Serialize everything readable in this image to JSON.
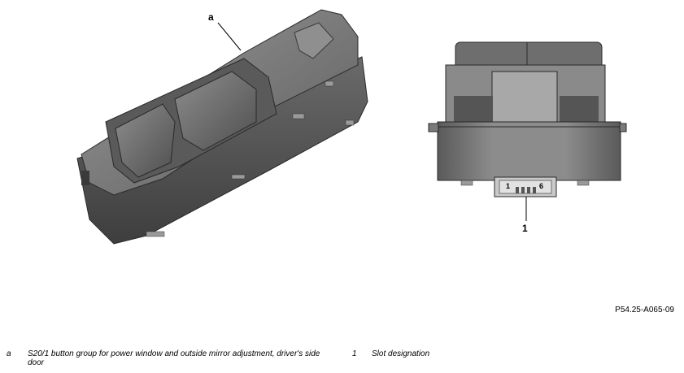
{
  "callouts": {
    "a": "a",
    "one": "1"
  },
  "connector_pins": {
    "first": "1",
    "last": "6"
  },
  "reference_code": "P54.25-A065-09",
  "legend": [
    {
      "key": "a",
      "text": "S20/1 button group for power window and outside mirror adjustment, driver's side door"
    },
    {
      "key": "1",
      "text": "Slot designation"
    }
  ],
  "colors": {
    "body_dark": "#4a4a4a",
    "body_mid": "#7d7d7d",
    "body_light": "#b5b5b5",
    "line": "#000000"
  }
}
